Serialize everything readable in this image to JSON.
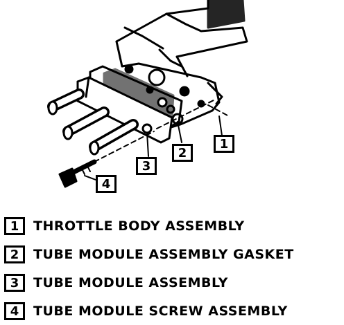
{
  "callouts": [
    {
      "number": "1",
      "label": "THROTTLE BODY ASSEMBLY"
    },
    {
      "number": "2",
      "label": "TUBE MODULE ASSEMBLY GASKET"
    },
    {
      "number": "3",
      "label": "TUBE MODULE ASSEMBLY"
    },
    {
      "number": "4",
      "label": "TUBE MODULE SCREW ASSEMBLY"
    }
  ],
  "colors": {
    "ink": "#000000",
    "paper": "#ffffff"
  }
}
